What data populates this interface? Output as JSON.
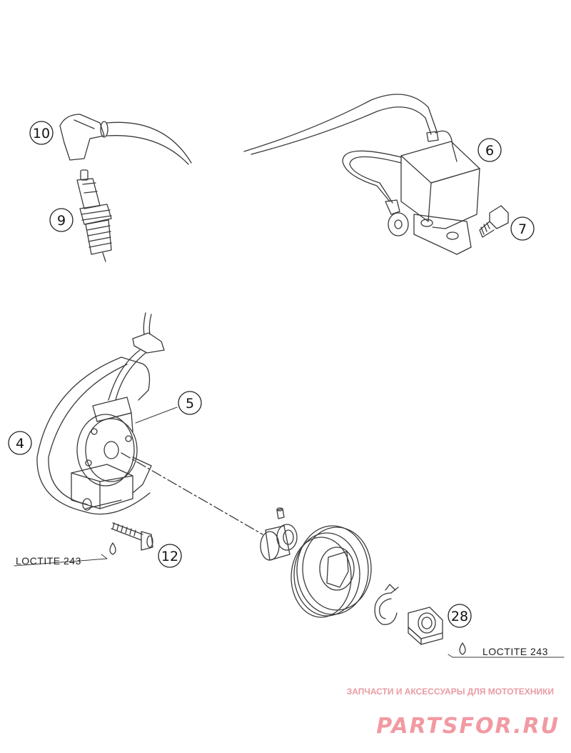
{
  "callouts": [
    {
      "label": "10"
    },
    {
      "label": "9"
    },
    {
      "label": "6"
    },
    {
      "label": "7"
    },
    {
      "label": "5"
    },
    {
      "label": "4"
    },
    {
      "label": "12"
    },
    {
      "label": "28"
    }
  ],
  "notes": {
    "loctite_left": "LOCTITE 243",
    "loctite_right": "LOCTITE 243"
  },
  "watermark": {
    "tagline": "ЗАПЧАСТИ И АКСЕССУАРЫ ДЛЯ МОТОТЕХНИКИ",
    "brand": "PARTSFOR.RU",
    "color": "#f19aa2"
  },
  "colors": {
    "line": "#3a3a3a",
    "background": "#ffffff"
  }
}
